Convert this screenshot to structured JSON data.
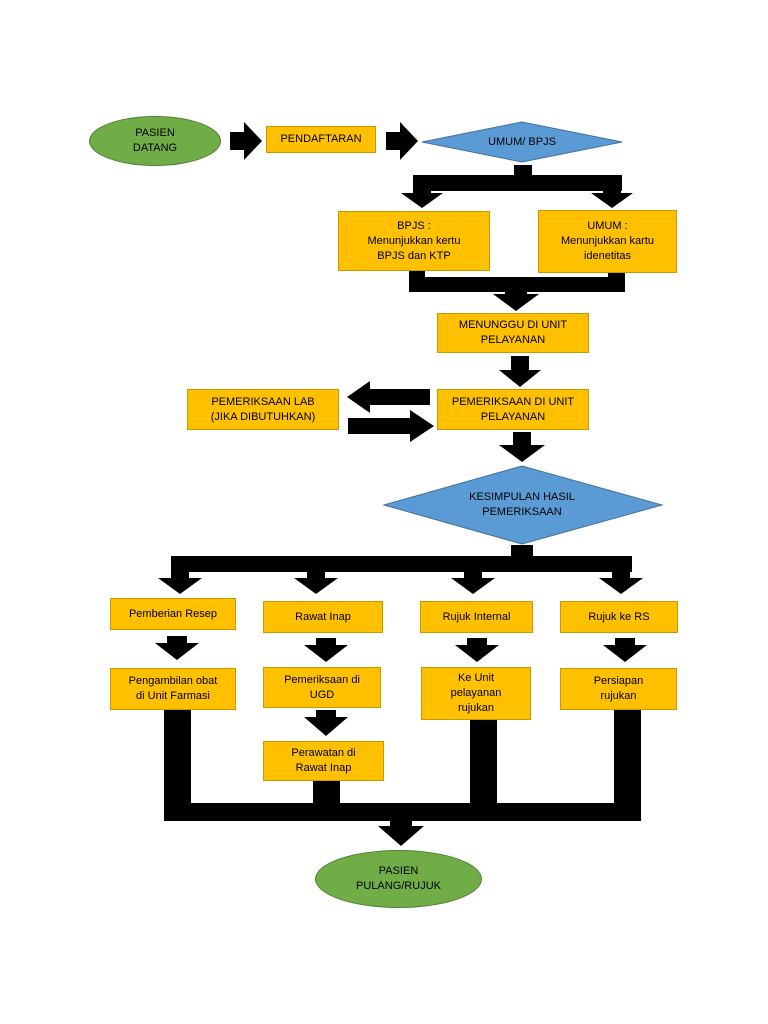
{
  "colors": {
    "process": "#ffc000",
    "terminal": "#70ad47",
    "decision": "#5b9bd5",
    "arrow": "#000000"
  },
  "nodes": {
    "pasien_datang": "PASIEN\nDATANG",
    "pendaftaran": "PENDAFTARAN",
    "umum_bpjs": "UMUM/ BPJS",
    "bpjs": "BPJS :\nMenunjukkan kertu\nBPJS dan KTP",
    "umum": "UMUM :\nMenunjukkan kartu\nidenetitas",
    "menunggu": "MENUNGGU DI UNIT\nPELAYANAN",
    "pemeriksaan_unit": "PEMERIKSAAN DI UNIT\nPELAYANAN",
    "pemeriksaan_lab": "PEMERIKSAAN LAB\n(JIKA DIBUTUHKAN)",
    "kesimpulan": "KESIMPULAN HASIL\nPEMERIKSAAN",
    "pemberian_resep": "Pemberian Resep",
    "rawat_inap": "Rawat Inap",
    "rujuk_internal": "Rujuk Internal",
    "rujuk_rs": "Rujuk ke RS",
    "pengambilan_obat": "Pengambilan obat\ndi Unit Farmasi",
    "pemeriksaan_ugd": "Pemeriksaan di\nUGD",
    "ke_unit": "Ke Unit\npelayanan\nrujukan",
    "persiapan": "Persiapan\nrujukan",
    "perawatan": "Perawatan di\nRawat Inap",
    "pasien_pulang": "PASIEN\nPULANG/RUJUK"
  }
}
